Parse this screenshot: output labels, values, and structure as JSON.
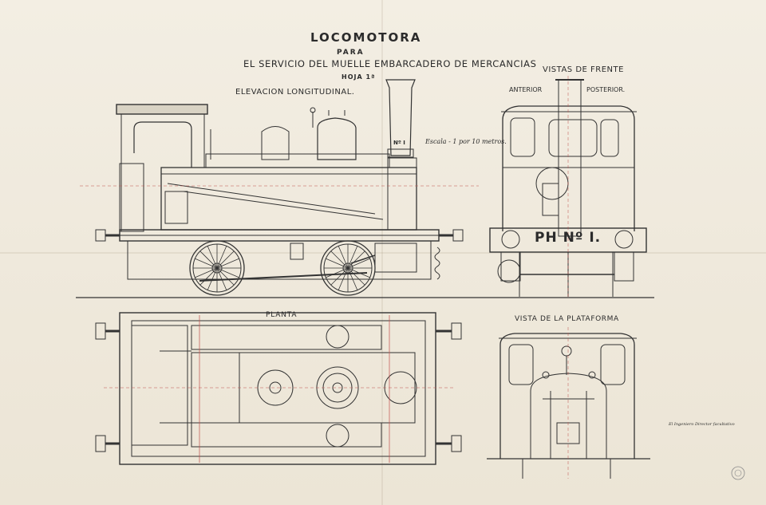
{
  "sheet": {
    "title": "LOCOMOTORA",
    "para": "PARA",
    "subtitle": "EL SERVICIO DEL MUELLE EMBARCADERO DE MERCANCIAS",
    "hoja": "HOJA 1ª"
  },
  "views": {
    "elevacion": "ELEVACION LONGITUDINAL.",
    "vistas_frente": "VISTAS DE FRENTE",
    "anterior": "ANTERIOR",
    "posterior": "POSTERIOR.",
    "planta": "PLANTA",
    "plataforma": "VISTA DE LA PLATAFORMA"
  },
  "annotations": {
    "escala": "Escala - 1 por 10 metros.",
    "plate_side": "Nº I",
    "plate_front": "PH Nº I.",
    "firma": "El Ingeniero Director facultativo"
  },
  "colors": {
    "paper": "#efe9dc",
    "ink": "#2a2a2a",
    "red_line": "#c0504d"
  }
}
